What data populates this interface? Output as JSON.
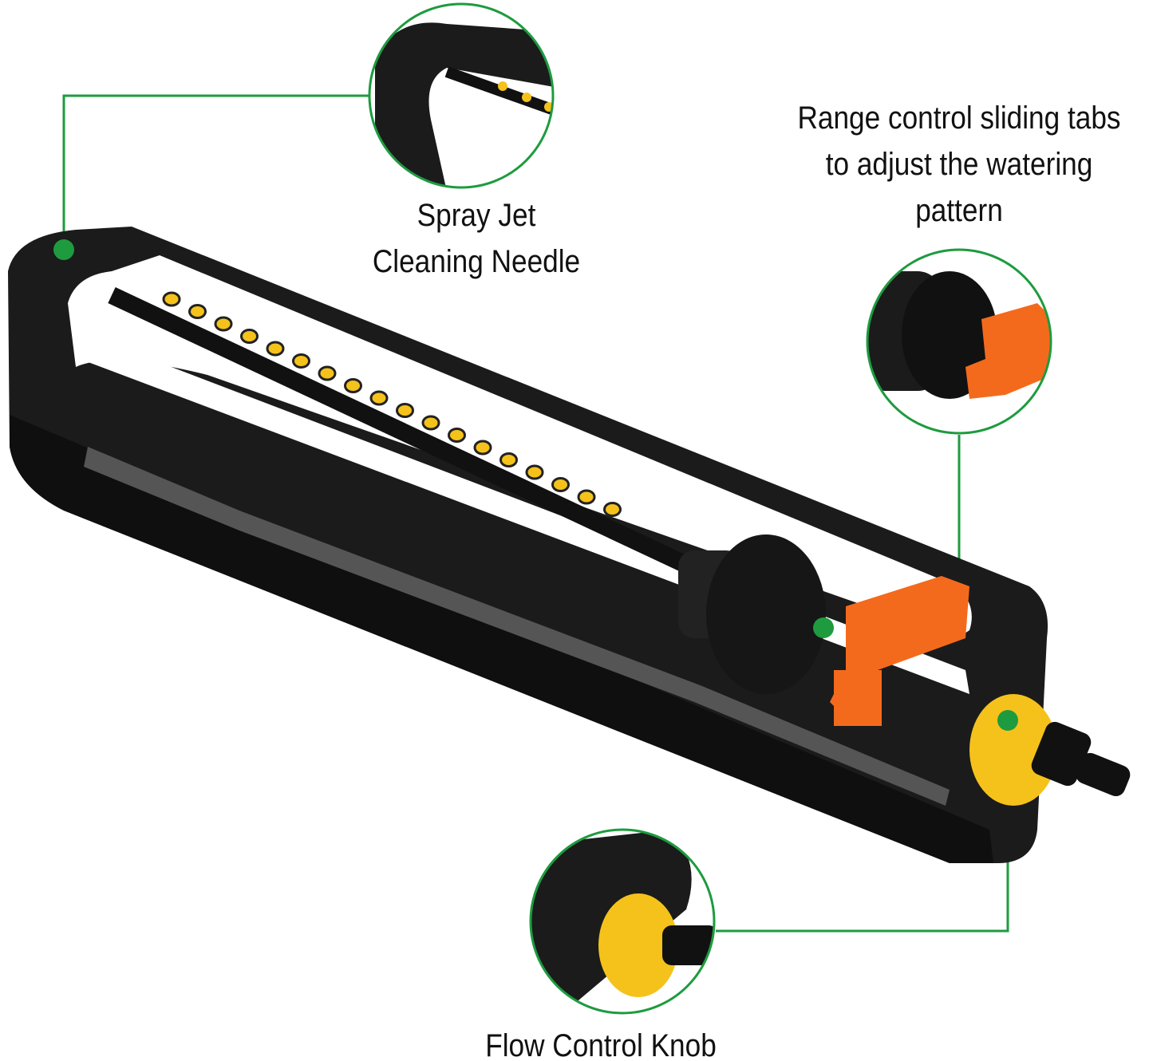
{
  "callouts": {
    "spray_jet": {
      "line1": "Spray Jet",
      "line2": "Cleaning Needle"
    },
    "range_control": {
      "line1": "Range control sliding tabs",
      "line2": "to adjust the watering",
      "line3": "pattern"
    },
    "flow_control": {
      "label": "Flow Control Knob"
    }
  },
  "colors": {
    "accent_green": "#1e9b3f",
    "orange": "#f46a1c",
    "yellow": "#f5c21b",
    "body": "#1b1b1b"
  }
}
